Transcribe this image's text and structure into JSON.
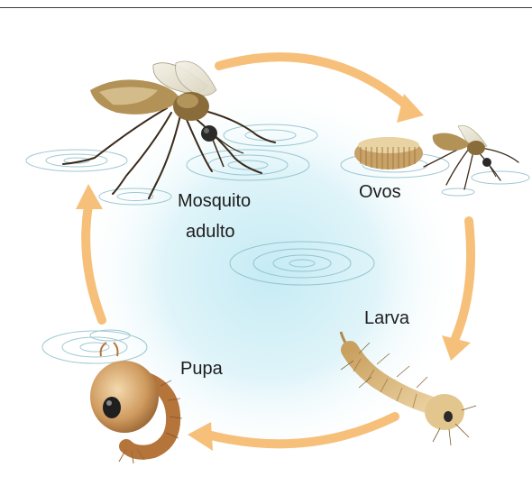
{
  "diagram": {
    "stages": {
      "adult": {
        "line1": "Mosquito",
        "line2": "adulto"
      },
      "eggs": {
        "label": "Ovos"
      },
      "larva": {
        "label": "Larva"
      },
      "pupa": {
        "label": "Pupa"
      }
    }
  },
  "colors": {
    "arrow": "#f7c07a",
    "water_center": "#cdeef6",
    "ripple": "#7fb7c4",
    "body_brown": "#8a6c3a",
    "larva_tan": "#d7b57a",
    "pupa_brown": "#b4743a",
    "leg_dark": "#3b2a1a"
  },
  "icons": [
    "adult-mosquito-icon",
    "egg-raft-icon",
    "small-mosquito-icon",
    "larva-icon",
    "pupa-icon",
    "cycle-arrow-icon"
  ]
}
